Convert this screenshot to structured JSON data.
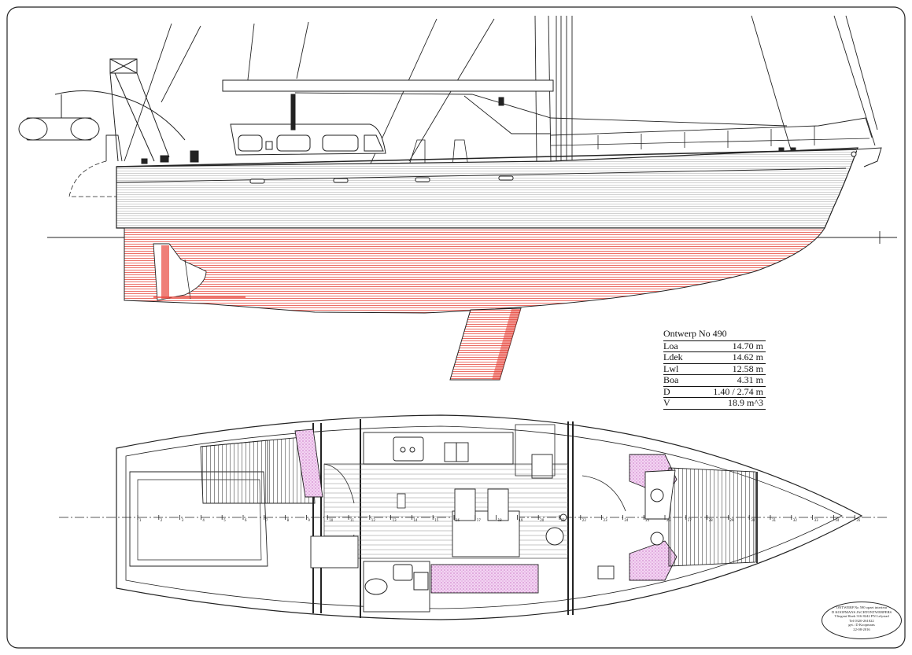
{
  "drawing": {
    "colors": {
      "line": "#222222",
      "hull_grey": "#d9d9d9",
      "underwater_red": "#e8493f",
      "cushion_pink": "#d98ad6",
      "background": "#ffffff"
    }
  },
  "specs": {
    "title": "Ontwerp No 490",
    "rows": [
      {
        "label": "Loa",
        "value": "14.70 m"
      },
      {
        "label": "Ldek",
        "value": "14.62 m"
      },
      {
        "label": "Lwl",
        "value": "12.58 m"
      },
      {
        "label": "Boa",
        "value": "4.31 m"
      },
      {
        "label": "D",
        "value": "1.40 / 2.74 m"
      },
      {
        "label": "V",
        "value": "18.9 m^3"
      }
    ]
  },
  "stamp": {
    "lines": [
      "ONTWERP No 590 opzet interieur",
      "D KOOPMANS JACHTONTWERPERS",
      "Vliegent Hoek 316 8242 PN Lelystad",
      "Tel 0320-261022",
      "get.: D Koopmans",
      "22-08-2016"
    ]
  },
  "station_numbers": [
    "1",
    "2",
    "3",
    "4",
    "5",
    "6",
    "7",
    "8",
    "9",
    "10",
    "11",
    "12",
    "13",
    "14",
    "15",
    "16",
    "17",
    "18",
    "19",
    "20",
    "21",
    "22",
    "23",
    "24",
    "25",
    "26",
    "27",
    "28",
    "29",
    "30",
    "31",
    "32",
    "33",
    "34",
    "35"
  ]
}
